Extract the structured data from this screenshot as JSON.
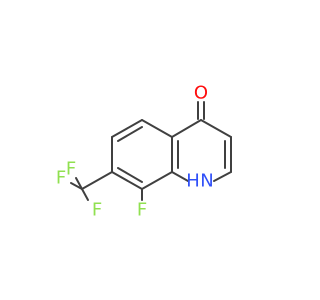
{
  "atoms": {
    "O": {
      "symbol": "O",
      "color": "#ff0d0d"
    },
    "NH_N": {
      "symbol": "N",
      "color": "#3050f8"
    },
    "NH_H": {
      "symbol": "H",
      "color": "#3050f8"
    },
    "F8": {
      "symbol": "F",
      "color": "#90e050"
    },
    "F_a": {
      "symbol": "F",
      "color": "#90e050"
    },
    "F_b": {
      "symbol": "F",
      "color": "#90e050"
    },
    "F_c": {
      "symbol": "F",
      "color": "#90e050"
    }
  },
  "bond_color": "#404040"
}
